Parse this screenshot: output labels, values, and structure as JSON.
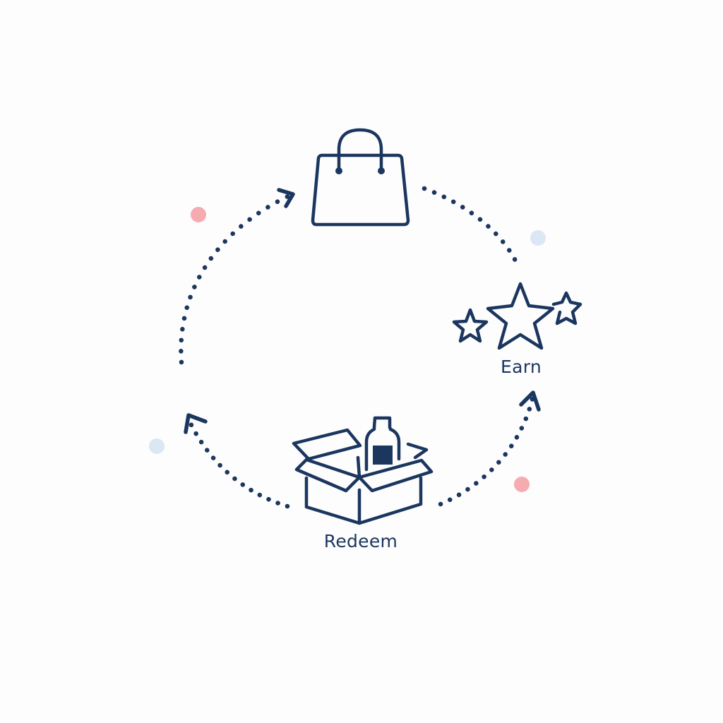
{
  "diagram": {
    "type": "cycle",
    "colors": {
      "background": "#fdfdfd",
      "ink": "#1b365f",
      "accent_pink": "#f6abb0",
      "accent_blue": "#dbe7f5"
    },
    "stages": [
      {
        "id": "shop",
        "icon": "shopping-bag-icon",
        "label": ""
      },
      {
        "id": "earn",
        "icon": "stars-icon",
        "label": "Earn"
      },
      {
        "id": "redeem",
        "icon": "open-box-with-bottle-icon",
        "label": "Redeem"
      }
    ],
    "arrows": [
      {
        "from": "redeem",
        "to": "shop",
        "style": "dotted",
        "direction": "clockwise"
      },
      {
        "from": "shop",
        "to": "earn",
        "style": "dotted",
        "direction": "clockwise"
      },
      {
        "from": "redeem",
        "to": "earn",
        "style": "dotted",
        "direction": "counter-clockwise"
      }
    ],
    "decorations": [
      {
        "shape": "circle",
        "color": "#f6abb0",
        "position": "upper-left"
      },
      {
        "shape": "circle",
        "color": "#dbe7f5",
        "position": "upper-right"
      },
      {
        "shape": "circle",
        "color": "#dbe7f5",
        "position": "lower-left"
      },
      {
        "shape": "circle",
        "color": "#f6abb0",
        "position": "lower-right"
      }
    ]
  }
}
